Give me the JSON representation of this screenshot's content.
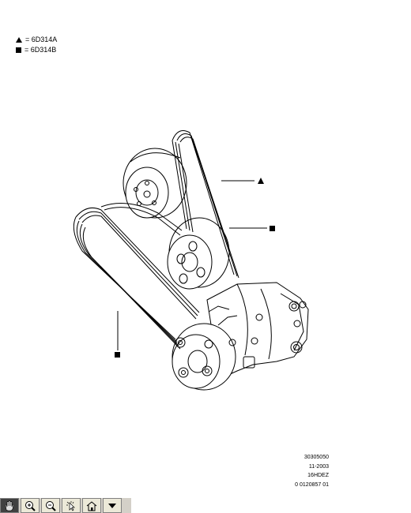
{
  "legend": [
    {
      "symbol": "triangle",
      "text": "= 6D314A"
    },
    {
      "symbol": "square",
      "text": "= 6D314B"
    }
  ],
  "reference": [
    "30305050",
    "11-2003",
    "16HDEZ",
    "0 0120857 01"
  ],
  "toolbar": {
    "buttons": [
      {
        "icon": "pan-hand-icon",
        "active": true
      },
      {
        "icon": "zoom-in-icon"
      },
      {
        "icon": "zoom-out-icon"
      },
      {
        "icon": "select-pointer-icon"
      },
      {
        "icon": "home-icon"
      },
      {
        "icon": "dropdown-arrow-icon"
      }
    ]
  }
}
